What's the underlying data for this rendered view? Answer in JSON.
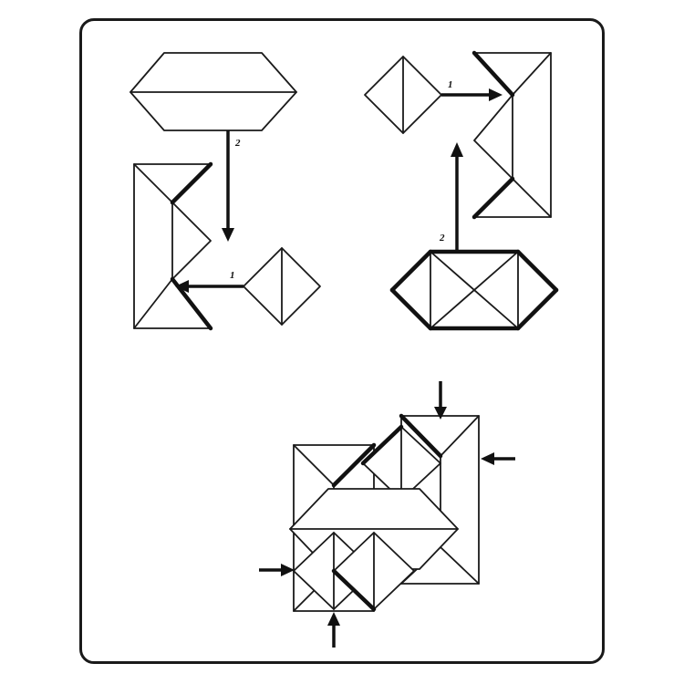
{
  "step_labels": {
    "tl_down": "2",
    "tl_left": "1",
    "tr_right": "1",
    "tr_up": "2"
  }
}
